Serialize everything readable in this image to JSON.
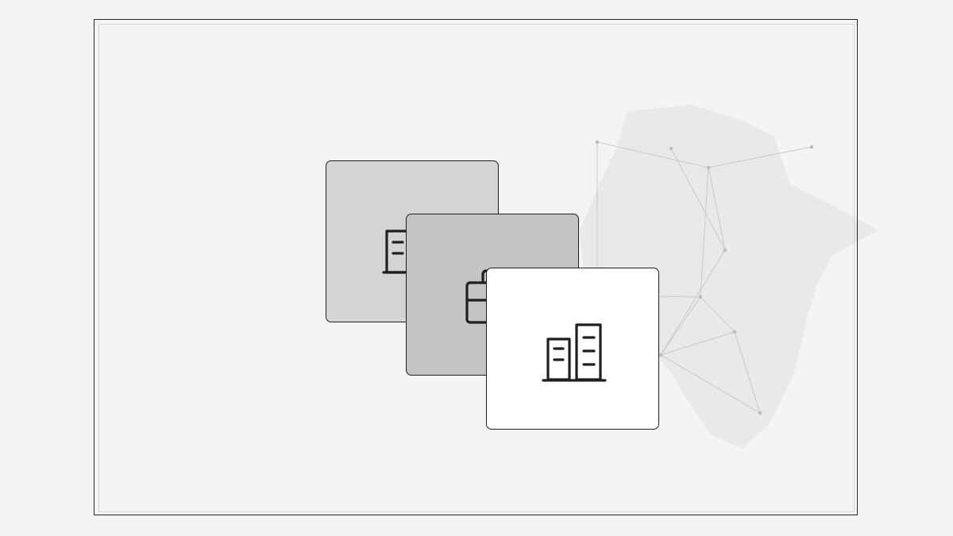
{
  "scene": {
    "background_color": "#f4f4f2",
    "frame_color": "#2a2a2a",
    "inner_frame_color": "#d2d2cf",
    "blob_color": "#e9e9e7",
    "network_line_color": "#c9c9c9",
    "network_node_color": "#bcbcbc"
  },
  "cards": [
    {
      "id": "back",
      "fill": "#d4d4d4",
      "icon": "building-icon"
    },
    {
      "id": "mid",
      "fill": "#c4c4c4",
      "icon": "briefcase-icon"
    },
    {
      "id": "front",
      "fill": "#ffffff",
      "icon": "buildings-icon"
    }
  ],
  "icon_stroke_color": "#1f1f1f"
}
